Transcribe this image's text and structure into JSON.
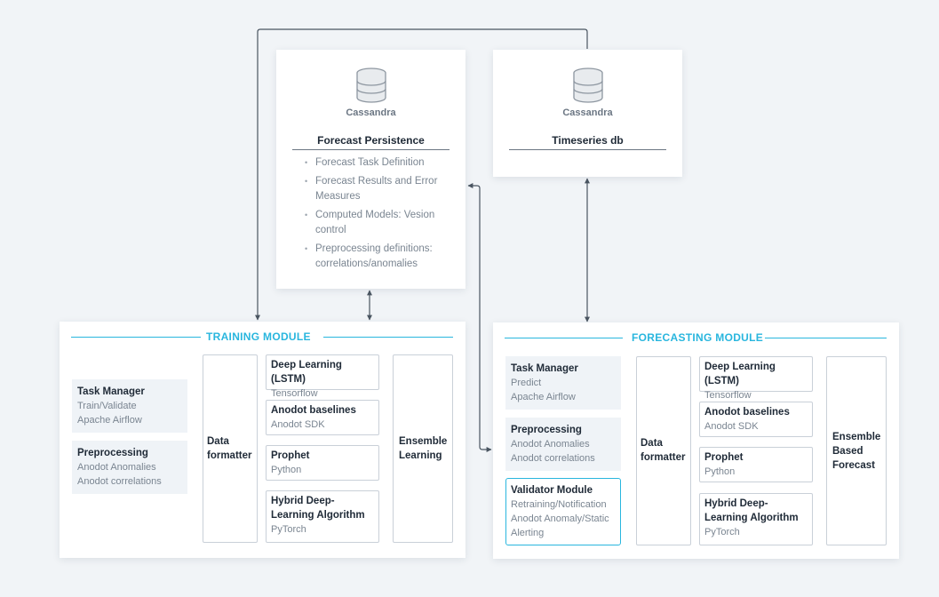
{
  "storage": {
    "persistence": {
      "db_label": "Cassandra",
      "title": "Forecast Persistence",
      "bullets": [
        "Forecast Task Definition",
        "Forecast Results and Error Measures",
        "Computed Models: Vesion control",
        "Preprocessing definitions: correlations/anomalies"
      ]
    },
    "timeseries": {
      "db_label": "Cassandra",
      "title": "Timeseries db"
    }
  },
  "training": {
    "title": "TRAINING MODULE",
    "task_manager": {
      "title": "Task Manager",
      "lines": [
        "Train/Validate",
        "Apache Airflow"
      ]
    },
    "preprocessing": {
      "title": "Preprocessing",
      "lines": [
        "Anodot Anomalies",
        "Anodot correlations"
      ]
    },
    "formatter": "Data formatter",
    "models": [
      {
        "title": "Deep Learning (LSTM)",
        "sub": "Tensorflow"
      },
      {
        "title": "Anodot baselines",
        "sub": "Anodot SDK"
      },
      {
        "title": "Prophet",
        "sub": "Python"
      },
      {
        "title": "Hybrid Deep-Learning Algorithm",
        "sub": "PyTorch"
      }
    ],
    "ensemble": "Ensemble Learning"
  },
  "forecasting": {
    "title": "FORECASTING MODULE",
    "task_manager": {
      "title": "Task Manager",
      "lines": [
        "Predict",
        "Apache Airflow"
      ]
    },
    "preprocessing": {
      "title": "Preprocessing",
      "lines": [
        "Anodot Anomalies",
        "Anodot correlations"
      ]
    },
    "validator": {
      "title": "Validator Module",
      "lines": [
        "Retraining/Notification",
        "Anodot Anomaly/Static",
        "Alerting"
      ]
    },
    "formatter": "Data formatter",
    "models": [
      {
        "title": "Deep Learning (LSTM)",
        "sub": "Tensorflow"
      },
      {
        "title": "Anodot baselines",
        "sub": "Anodot SDK"
      },
      {
        "title": "Prophet",
        "sub": "Python"
      },
      {
        "title": "Hybrid Deep-Learning Algorithm",
        "sub": "PyTorch"
      }
    ],
    "ensemble": "Ensemble Based Forecast"
  },
  "colors": {
    "accent": "#29b6de",
    "background": "#f1f4f7",
    "connector": "#4a5561"
  },
  "icons": [
    "database-icon"
  ]
}
